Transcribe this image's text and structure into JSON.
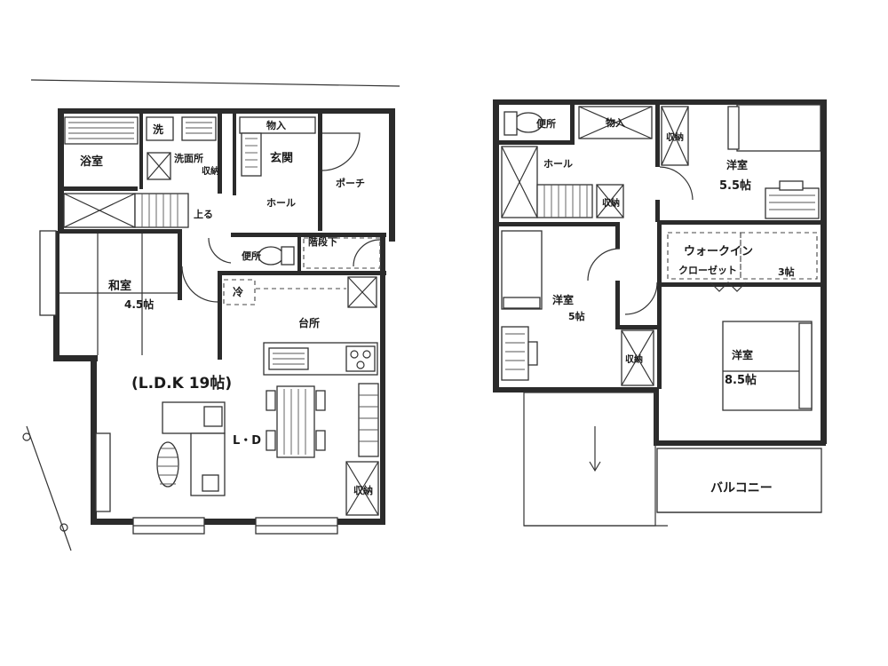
{
  "floor1": {
    "bath": "浴室",
    "laundry": "洗",
    "washroom": "洗面所",
    "storage1": "収納",
    "closet1": "物入",
    "entrance": "玄関",
    "hall1": "ホール",
    "porch": "ポーチ",
    "stair_down": "上る",
    "toilet1": "便所",
    "pantry": "階段下",
    "japanese_room": "和室",
    "japanese_size": "4.5帖",
    "fridge": "冷",
    "kitchen": "台所",
    "ldk_note": "(L.D.K 19帖)",
    "living": "L・D",
    "storage2": "収納"
  },
  "floor2": {
    "toilet2": "便所",
    "closet2": "物入",
    "storage3": "収納",
    "hall2": "ホール",
    "storage4": "収納",
    "bedroom1": "洋室",
    "bedroom1_size": "5.5帖",
    "wic_line1": "ウォークイン",
    "wic_line2": "クローゼット",
    "wic_size": "3帖",
    "bedroom2": "洋室",
    "bedroom2_size": "5帖",
    "storage5": "収納",
    "bedroom3": "洋室",
    "bedroom3_size": "8.5帖",
    "balcony": "バルコニー"
  }
}
